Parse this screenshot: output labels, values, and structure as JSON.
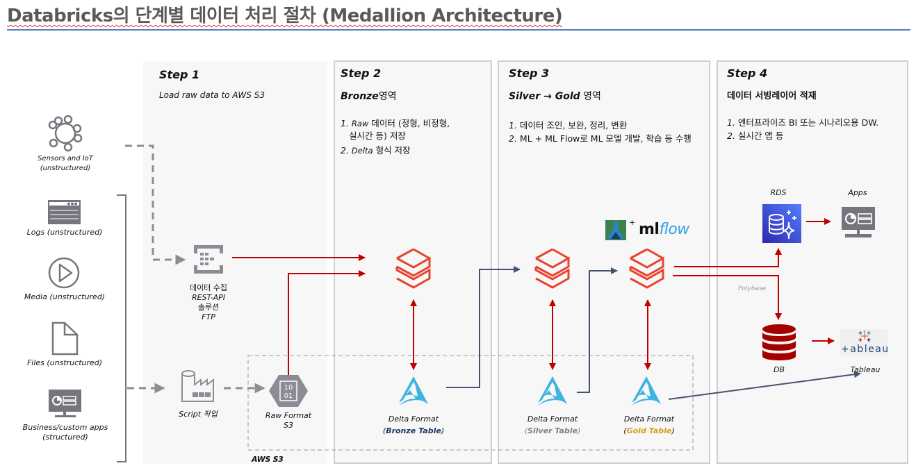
{
  "title": {
    "text_brand": "Databricks",
    "text_rest": "의 단계별 데이터 처리 절차 (Medallion Architecture)"
  },
  "sources": [
    {
      "id": "sensors",
      "icon": "iot-sensor-icon",
      "label_line1": "Sensors and IoT",
      "label_line2": "(unstructured)"
    },
    {
      "id": "logs",
      "icon": "log-window-icon",
      "label_line1": "Logs (unstructured)"
    },
    {
      "id": "media",
      "icon": "play-icon",
      "label_line1": "Media (unstructured)"
    },
    {
      "id": "files",
      "icon": "file-icon",
      "label_line1": "Files (unstructured)"
    },
    {
      "id": "apps",
      "icon": "monitor-dashboard-icon",
      "label_line1": "Business/custom apps",
      "label_line2": "(structured)"
    }
  ],
  "steps": [
    {
      "label": "Step 1",
      "subtitle": "Load raw data to AWS S3"
    },
    {
      "label": "Step 2",
      "subtitle_em": "Bronze",
      "subtitle_rest": "영역",
      "items": [
        {
          "num": "1.",
          "em": "Raw",
          "text": " 데이터 (정형, 비정형,",
          "cont": "실시간 등) 저장"
        },
        {
          "num": "2.",
          "em": " Delta",
          "text": " 형식 저장"
        }
      ]
    },
    {
      "label": "Step 3",
      "subtitle_em1": "Silver",
      "arrow": "→",
      "subtitle_em2": "Gold",
      "subtitle_rest": " 영역",
      "items": [
        {
          "num": "1.",
          "text": " 데이터 조인, 보완, 정리, 변환"
        },
        {
          "num": "2.",
          "text": " ML + ML Flow로 ML 모델 개발, 학습 등 수행"
        }
      ]
    },
    {
      "label": "Step 4",
      "subtitle": "데이터 서빙레이어 적재",
      "items": [
        {
          "num": "1.",
          "text": " 엔터프라이즈 BI 또는 시나리오용 DW."
        },
        {
          "num": "2.",
          "text": " 실시간 앱 등"
        }
      ]
    }
  ],
  "ingest": {
    "label_line1": "데이터 수집",
    "label_line2": "REST-API",
    "label_line3": "솔루션",
    "label_line4": "FTP"
  },
  "script": {
    "label": "Script 작업"
  },
  "raw_s3": {
    "label_line1": "Raw Format",
    "label_line2": "S3",
    "glyph_top": "10",
    "glyph_bottom": "01"
  },
  "aws_s3_label": "AWS S3",
  "delta": [
    {
      "label": "Delta Format",
      "table_open": "(",
      "table": "Bronze Table",
      "table_close": ")"
    },
    {
      "label": "Delta Format",
      "table_open": "(",
      "table": "Silver Table",
      "table_close": ")"
    },
    {
      "label": "Delta Format",
      "table_open": "(",
      "table": "Gold Table",
      "table_close": ")"
    }
  ],
  "mlflow": {
    "plus": "+",
    "ml": "ml",
    "flow": "flow"
  },
  "serving": {
    "rds_label": "RDS",
    "apps_label": "Apps",
    "db_label": "DB",
    "tableau_label": "Tableau",
    "tableau_wordmark": "+ableau",
    "polybase_label": "Polybase"
  },
  "colors": {
    "databricks_red": "#e8432d",
    "flow_red": "#c00000",
    "flow_navy": "#44546a",
    "delta_blue": "#3fb4de",
    "icon_gray": "#75757d",
    "rds_blue": "#3b48cc",
    "db_red": "#a50000"
  }
}
